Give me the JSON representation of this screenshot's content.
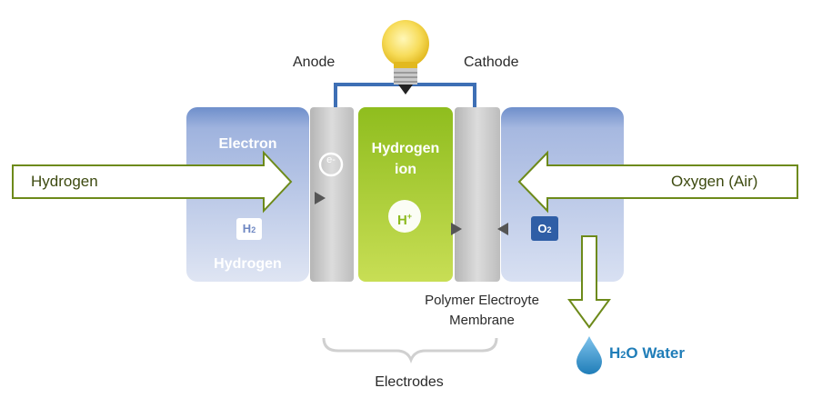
{
  "labels": {
    "anode": "Anode",
    "cathode": "Cathode",
    "hydrogen_arrow": "Hydrogen",
    "oxygen_arrow": "Oxygen (Air)",
    "electron": "Electron",
    "hydrogen_chamber": "Hydrogen",
    "hydrogen_ion_line1": "Hydrogen",
    "hydrogen_ion_line2": "ion",
    "electron_symbol": "e-",
    "h2_symbol": "H",
    "h2_subscript": "2",
    "o2_symbol": "O",
    "o2_subscript": "2",
    "hplus_symbol": "H",
    "hplus_superscript": "+",
    "membrane_line1": "Polymer Electroyte",
    "membrane_line2": "Membrane",
    "electrodes": "Electrodes",
    "water_prefix": "H",
    "water_subscript": "2",
    "water_suffix": "O Water"
  },
  "colors": {
    "chamber_blue": "#a7b8e0",
    "chamber_top": "#5c7fc0",
    "electrode_gray": "#c8c8c8",
    "membrane_green": "#a6cc2a",
    "arrow_outline": "#6d8a1a",
    "wire_blue": "#3e6fb5",
    "water_blue": "#1f7db8",
    "bulb_yellow": "#f7dc5a"
  },
  "icons": {
    "bulb": "light-bulb-icon",
    "water_drop": "water-drop-icon"
  }
}
